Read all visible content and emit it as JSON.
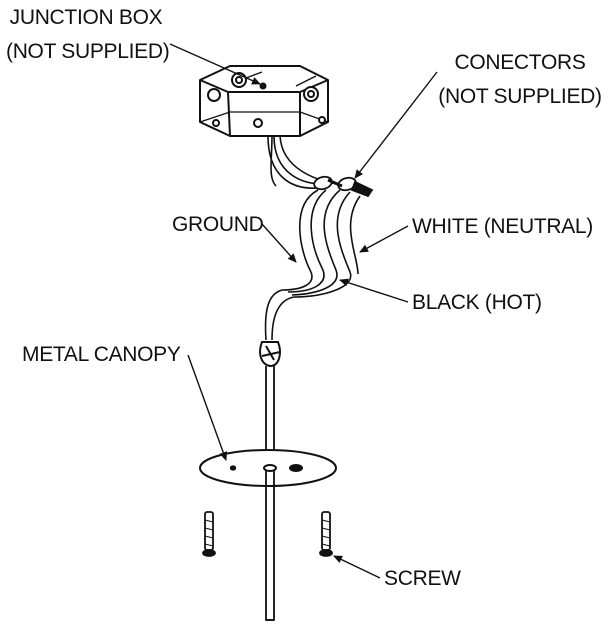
{
  "labels": {
    "junction_box_line1": "JUNCTION BOX",
    "junction_box_line2": "(NOT SUPPLIED)",
    "connectors_line1": "CONECTORS",
    "connectors_line2": "(NOT SUPPLIED)",
    "ground": "GROUND",
    "white_neutral": "WHITE (NEUTRAL)",
    "black_hot": "BLACK (HOT)",
    "metal_canopy": "METAL CANOPY",
    "screw": "SCREW"
  },
  "colors": {
    "line": "#111111",
    "fill": "#ffffff"
  }
}
